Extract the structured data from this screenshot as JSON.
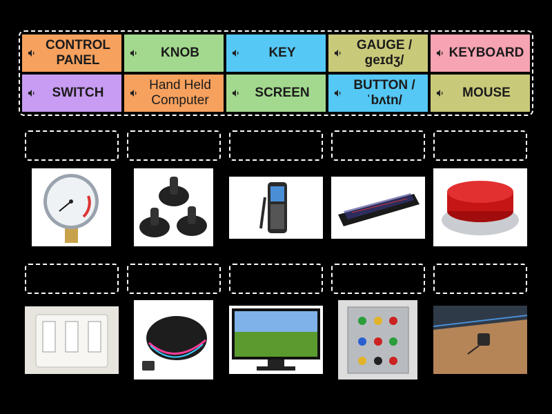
{
  "tiles": [
    {
      "label": "CONTROL PANEL",
      "color": "#f7a15e"
    },
    {
      "label": "KNOB",
      "color": "#a3d98e"
    },
    {
      "label": "KEY",
      "color": "#55c8f5"
    },
    {
      "label": "GAUGE /ɡeɪdʒ/",
      "color": "#c9c97a"
    },
    {
      "label": "KEYBOARD",
      "color": "#f6a3b3"
    },
    {
      "label": "SWITCH",
      "color": "#c79cf2"
    },
    {
      "label": "Hand Held Computer",
      "color": "#f7a15e"
    },
    {
      "label": "SCREEN",
      "color": "#a3d98e"
    },
    {
      "label": "BUTTON /ˈbʌtn/",
      "color": "#55c8f5"
    },
    {
      "label": "MOUSE",
      "color": "#c9c97a"
    }
  ],
  "images_row1": [
    "gauge",
    "knobs",
    "handheld-computer",
    "keyboard",
    "red-button"
  ],
  "images_row2": [
    "light-switches",
    "mouse",
    "monitor-screen",
    "control-panel",
    "key"
  ]
}
